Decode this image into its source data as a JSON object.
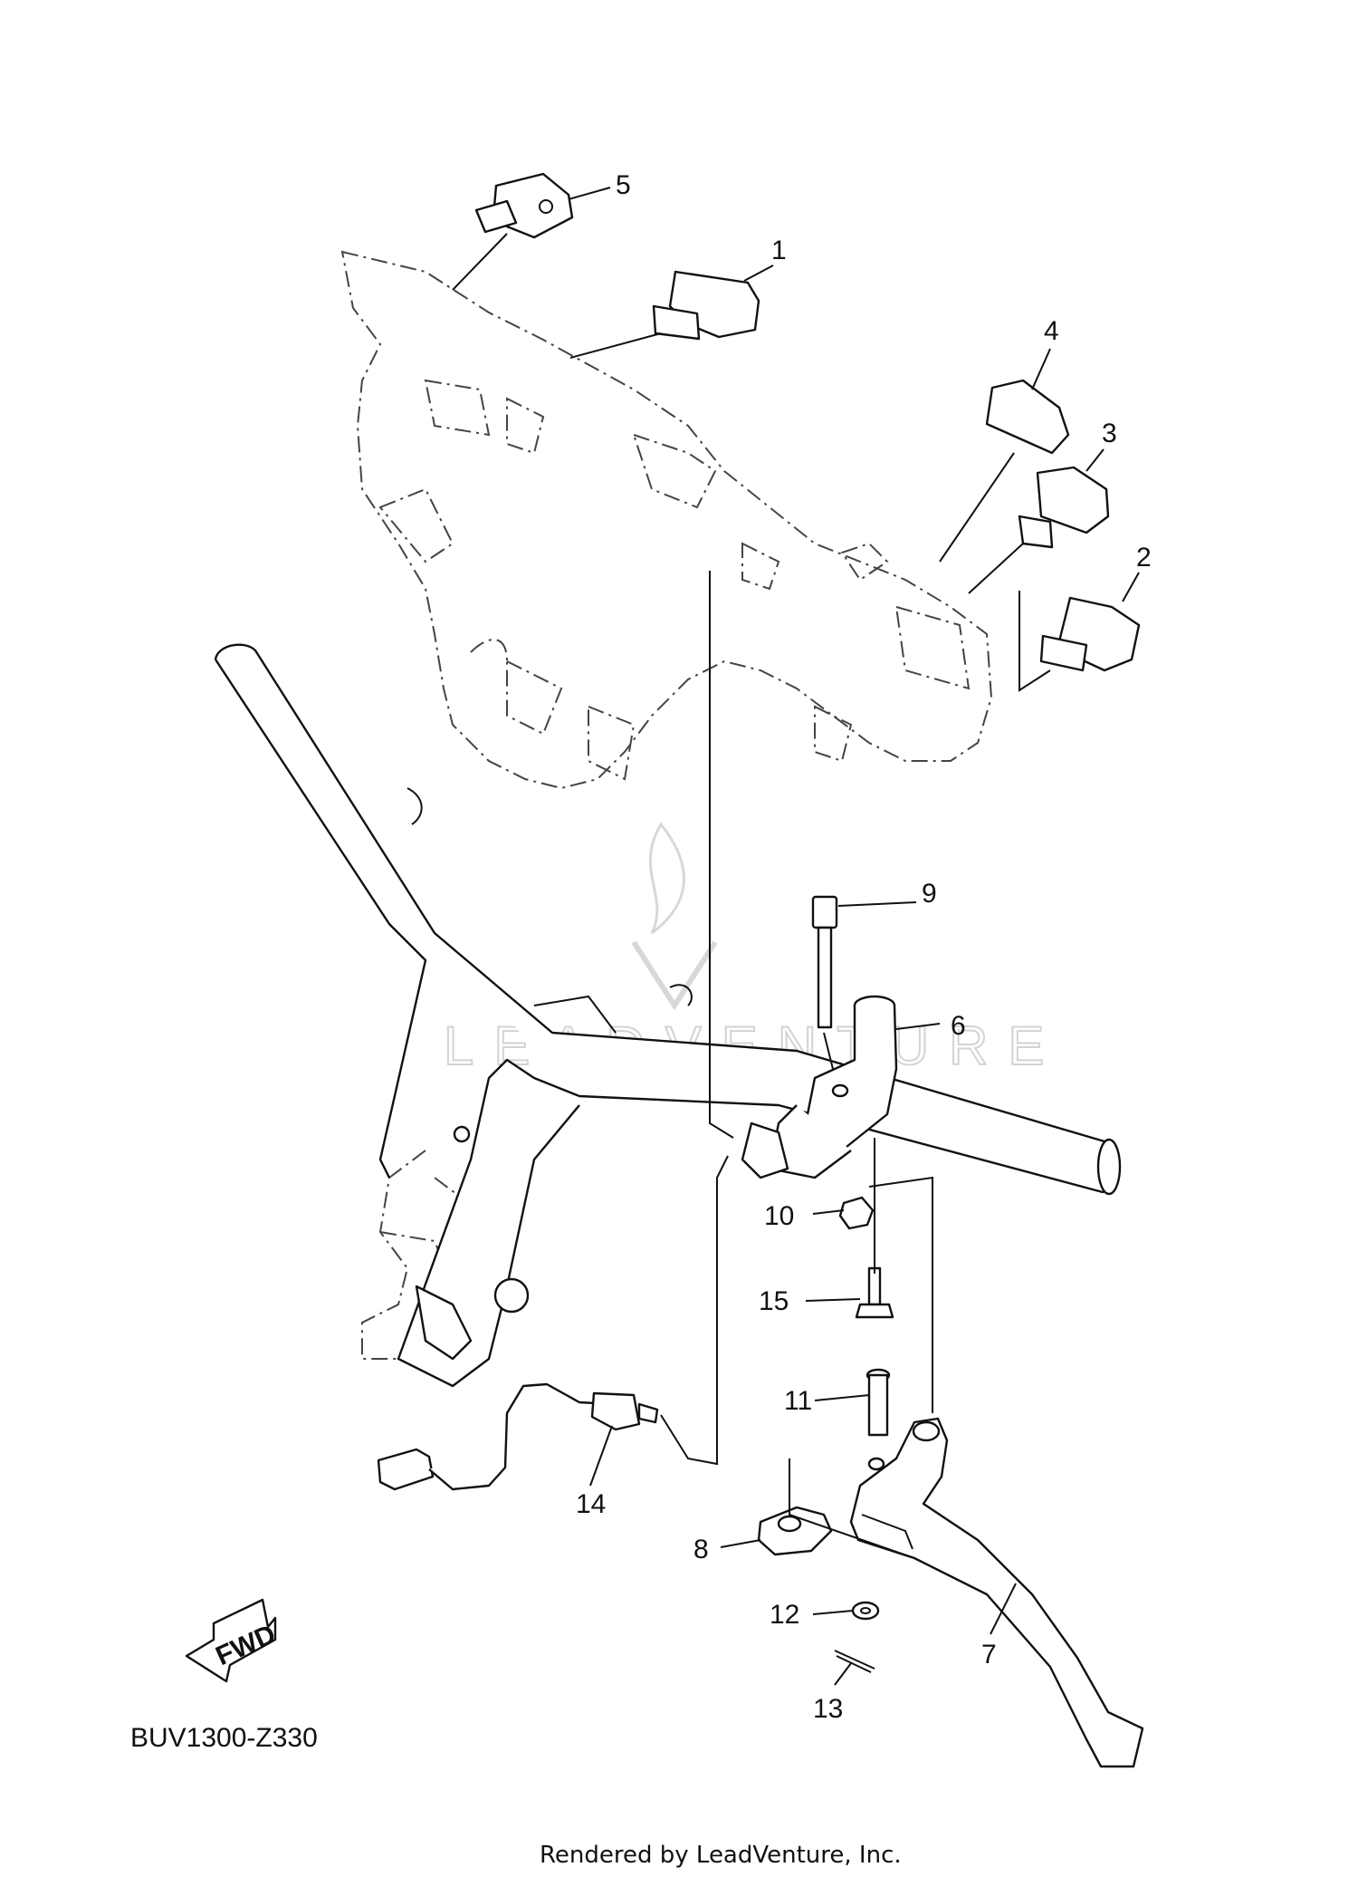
{
  "diagram": {
    "code": "BUV1300-Z330",
    "fwd_label": "FWD",
    "watermark": "LEADVENTURE",
    "footer": "Rendered by LeadVenture, Inc.",
    "callouts": [
      {
        "id": "1",
        "label": "1"
      },
      {
        "id": "2",
        "label": "2"
      },
      {
        "id": "3",
        "label": "3"
      },
      {
        "id": "4",
        "label": "4"
      },
      {
        "id": "5",
        "label": "5"
      },
      {
        "id": "6",
        "label": "6"
      },
      {
        "id": "7",
        "label": "7"
      },
      {
        "id": "8",
        "label": "8"
      },
      {
        "id": "9",
        "label": "9"
      },
      {
        "id": "10",
        "label": "10"
      },
      {
        "id": "11",
        "label": "11"
      },
      {
        "id": "12",
        "label": "12"
      },
      {
        "id": "13",
        "label": "13"
      },
      {
        "id": "14",
        "label": "14"
      },
      {
        "id": "15",
        "label": "15"
      }
    ]
  }
}
